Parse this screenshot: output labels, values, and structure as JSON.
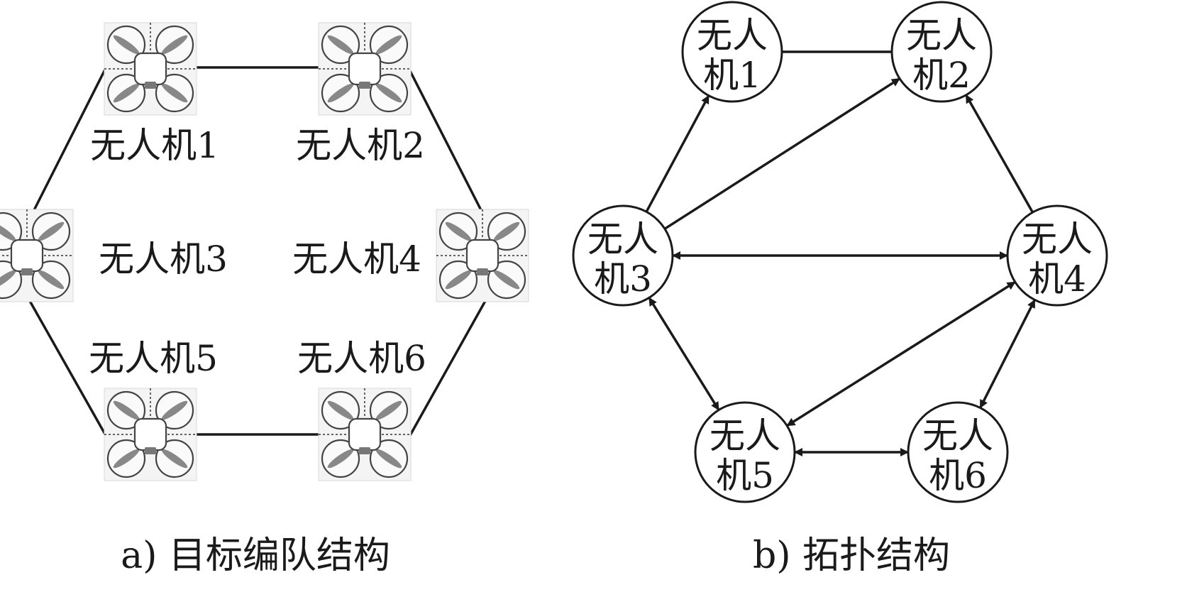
{
  "formation": {
    "caption": "a) 目标编队结构",
    "drones": [
      {
        "id": "uav1",
        "label": "无人机1"
      },
      {
        "id": "uav2",
        "label": "无人机2"
      },
      {
        "id": "uav3",
        "label": "无人机3"
      },
      {
        "id": "uav4",
        "label": "无人机4"
      },
      {
        "id": "uav5",
        "label": "无人机5"
      },
      {
        "id": "uav6",
        "label": "无人机6"
      }
    ],
    "links": [
      [
        "uav1",
        "uav2"
      ],
      [
        "uav1",
        "uav3"
      ],
      [
        "uav2",
        "uav4"
      ],
      [
        "uav3",
        "uav5"
      ],
      [
        "uav4",
        "uav6"
      ],
      [
        "uav5",
        "uav6"
      ]
    ]
  },
  "topology": {
    "caption": "b) 拓扑结构",
    "nodes": [
      {
        "id": "n1",
        "line1": "无人",
        "line2": "机1"
      },
      {
        "id": "n2",
        "line1": "无人",
        "line2": "机2"
      },
      {
        "id": "n3",
        "line1": "无人",
        "line2": "机3"
      },
      {
        "id": "n4",
        "line1": "无人",
        "line2": "机4"
      },
      {
        "id": "n5",
        "line1": "无人",
        "line2": "机5"
      },
      {
        "id": "n6",
        "line1": "无人",
        "line2": "机6"
      }
    ],
    "edges": [
      {
        "from": "n1",
        "to": "n2",
        "type": "undirected"
      },
      {
        "from": "n3",
        "to": "n1",
        "type": "directed"
      },
      {
        "from": "n3",
        "to": "n2",
        "type": "directed"
      },
      {
        "from": "n4",
        "to": "n2",
        "type": "directed"
      },
      {
        "from": "n3",
        "to": "n4",
        "type": "bidirectional"
      },
      {
        "from": "n3",
        "to": "n5",
        "type": "bidirectional"
      },
      {
        "from": "n4",
        "to": "n5",
        "type": "bidirectional"
      },
      {
        "from": "n4",
        "to": "n6",
        "type": "bidirectional"
      },
      {
        "from": "n5",
        "to": "n6",
        "type": "bidirectional"
      }
    ]
  }
}
